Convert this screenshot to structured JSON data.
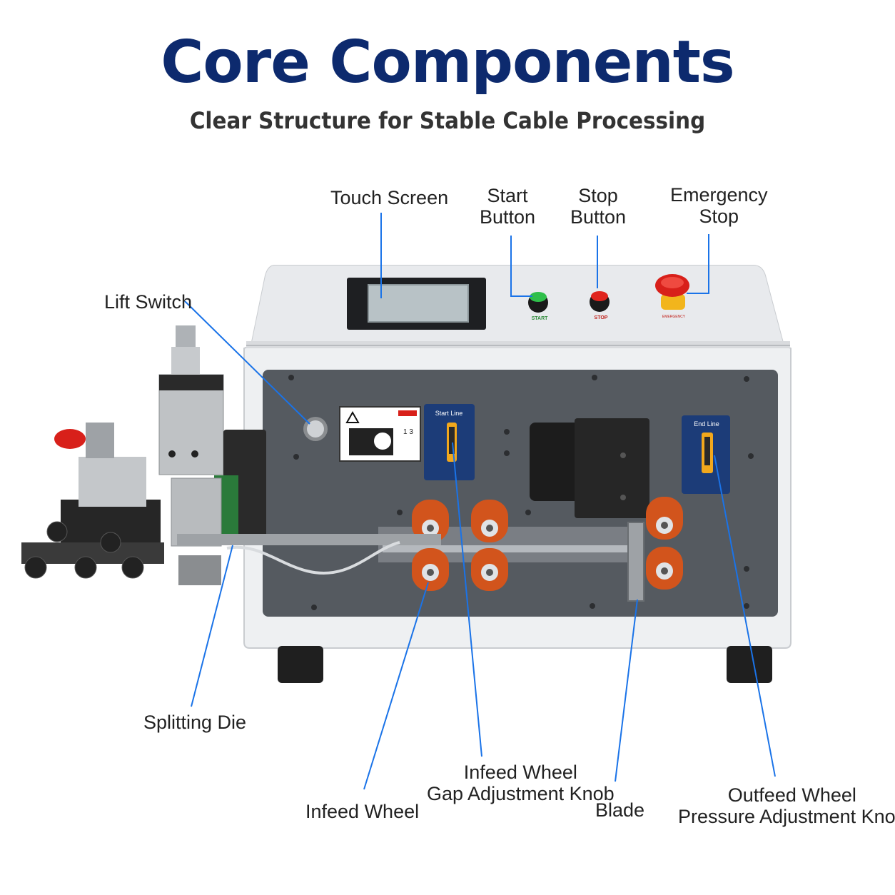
{
  "header": {
    "title": "Core Components",
    "subtitle": "Clear Structure for Stable Cable Processing"
  },
  "labels": {
    "touch_screen": "Touch Screen",
    "start_button": [
      "Start",
      "Button"
    ],
    "stop_button": [
      "Stop",
      "Button"
    ],
    "emergency_stop": [
      "Emergency",
      "Stop"
    ],
    "lift_switch": "Lift Switch",
    "splitting_die": "Splitting Die",
    "infeed_wheel": "Infeed Wheel",
    "infeed_gap_knob": [
      "Infeed Wheel",
      "Gap Adjustment Knob"
    ],
    "blade": "Blade",
    "outfeed_knob": [
      "Outfeed Wheel",
      "Pressure Adjustment Knob"
    ]
  },
  "machine": {
    "start_text": "START",
    "stop_text": "STOP",
    "emergency_text": "EMERGENCY",
    "knob_left_text": "Start    Line",
    "knob_right_text": "End    Line",
    "warning_numbers": "1 3"
  },
  "colors": {
    "title": "#0d2a6e",
    "leader_line": "#1a73e8",
    "roller": "#d2541c",
    "panel": "#555a60"
  }
}
